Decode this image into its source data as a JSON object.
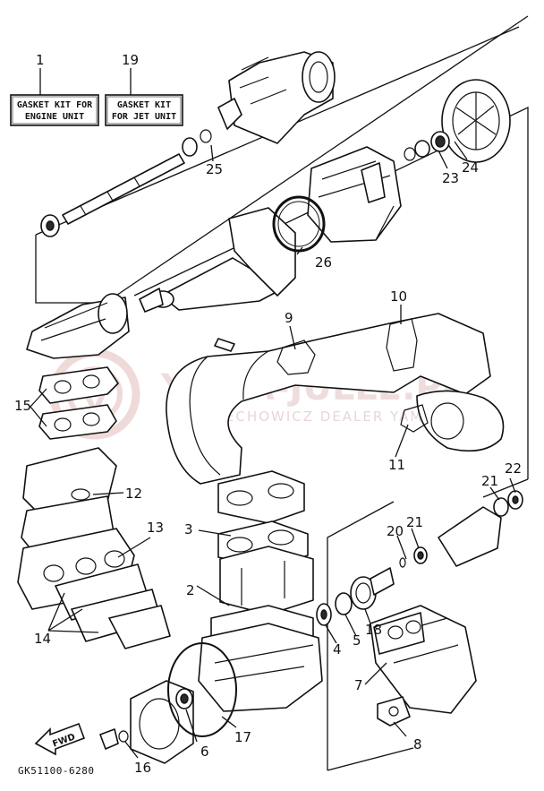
{
  "diagram": {
    "code": "GK51100-6280",
    "kits": [
      {
        "number": "1",
        "line1": "GASKET KIT FOR",
        "line2": "ENGINE UNIT"
      },
      {
        "number": "19",
        "line1": "GASKET KIT",
        "line2": "FOR JET UNIT"
      }
    ],
    "callouts": [
      "2",
      "3",
      "4",
      "5",
      "6",
      "7",
      "8",
      "9",
      "10",
      "11",
      "12",
      "13",
      "14",
      "15",
      "16",
      "17",
      "18",
      "20",
      "21",
      "21",
      "22",
      "23",
      "24",
      "25",
      "26"
    ],
    "fwd_label": "FWD"
  },
  "watermark": {
    "brand": "YAMA-JULLE.PL",
    "tagline": "WOJCIECHOWICZ   DEALER YAMAHA"
  }
}
